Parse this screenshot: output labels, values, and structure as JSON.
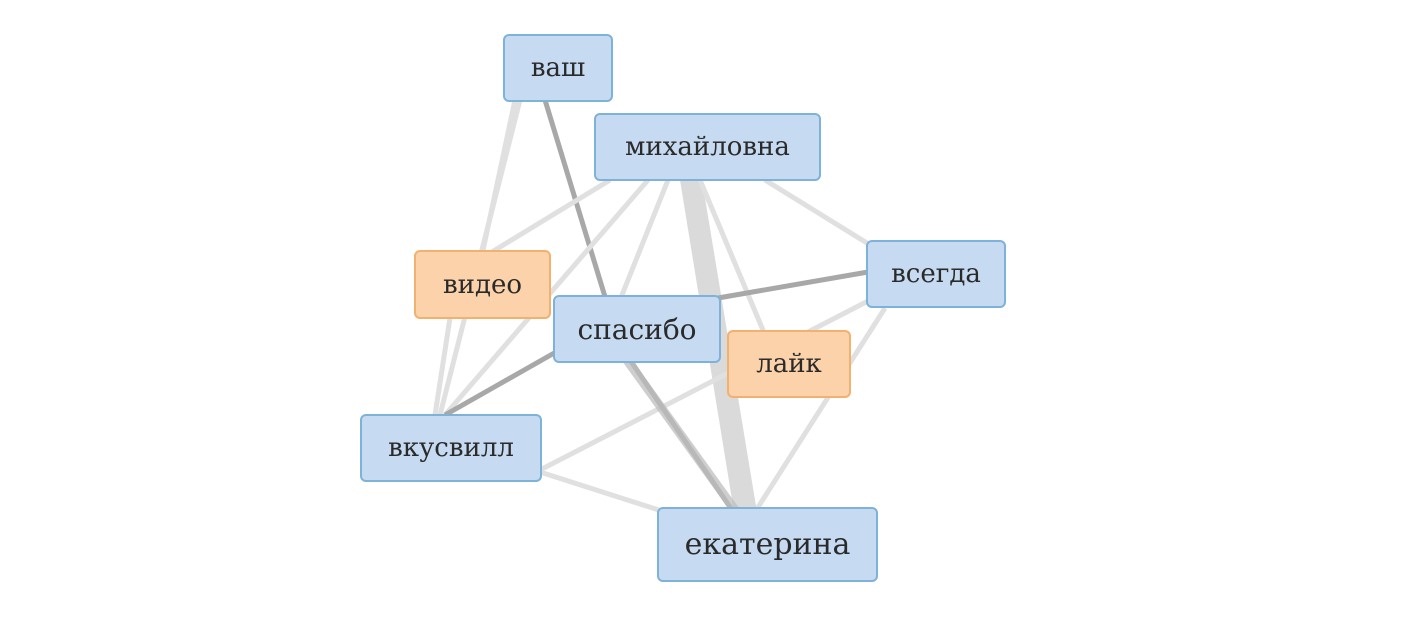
{
  "nodes": [
    {
      "id": "vash",
      "label": "ваш",
      "color": "#c6dbf1"
    },
    {
      "id": "mikhailovna",
      "label": "михайловна",
      "color": "#c6dbf1"
    },
    {
      "id": "video",
      "label": "видео",
      "color": "#fbd2a9"
    },
    {
      "id": "vsegda",
      "label": "всегда",
      "color": "#c6dbf1"
    },
    {
      "id": "spasibo",
      "label": "спасибо",
      "color": "#c6dbf1"
    },
    {
      "id": "laik",
      "label": "лайк",
      "color": "#fbd2a9"
    },
    {
      "id": "vkusvill",
      "label": "вкусвилл",
      "color": "#c6dbf1"
    },
    {
      "id": "ekaterina",
      "label": "екатерина",
      "color": "#c6dbf1"
    }
  ],
  "edges": [
    {
      "from": "vash",
      "to": "spasibo",
      "weight": "strong"
    },
    {
      "from": "vash",
      "to": "video",
      "weight": "light"
    },
    {
      "from": "vash",
      "to": "vkusvill",
      "weight": "light"
    },
    {
      "from": "mikhailovna",
      "to": "video",
      "weight": "light"
    },
    {
      "from": "mikhailovna",
      "to": "vkusvill",
      "weight": "light"
    },
    {
      "from": "mikhailovna",
      "to": "spasibo",
      "weight": "light"
    },
    {
      "from": "mikhailovna",
      "to": "ekaterina",
      "weight": "heaviest"
    },
    {
      "from": "mikhailovna",
      "to": "laik",
      "weight": "light"
    },
    {
      "from": "mikhailovna",
      "to": "vsegda",
      "weight": "light"
    },
    {
      "from": "vsegda",
      "to": "spasibo",
      "weight": "strong"
    },
    {
      "from": "vsegda",
      "to": "ekaterina",
      "weight": "light"
    },
    {
      "from": "vsegda",
      "to": "vkusvill",
      "weight": "light"
    },
    {
      "from": "spasibo",
      "to": "vkusvill",
      "weight": "strong"
    },
    {
      "from": "spasibo",
      "to": "ekaterina",
      "weight": "strong"
    },
    {
      "from": "vkusvill",
      "to": "ekaterina",
      "weight": "light"
    },
    {
      "from": "video",
      "to": "vkusvill",
      "weight": "light"
    }
  ],
  "colors": {
    "primary_node": "#c6dbf1",
    "primary_border": "#7fb2d9",
    "secondary_node": "#fbd2a9",
    "secondary_border": "#f3b16f",
    "edge_light": "#e0e0e0",
    "edge_strong": "#a8a8a8",
    "edge_heaviest": "#dadada"
  }
}
